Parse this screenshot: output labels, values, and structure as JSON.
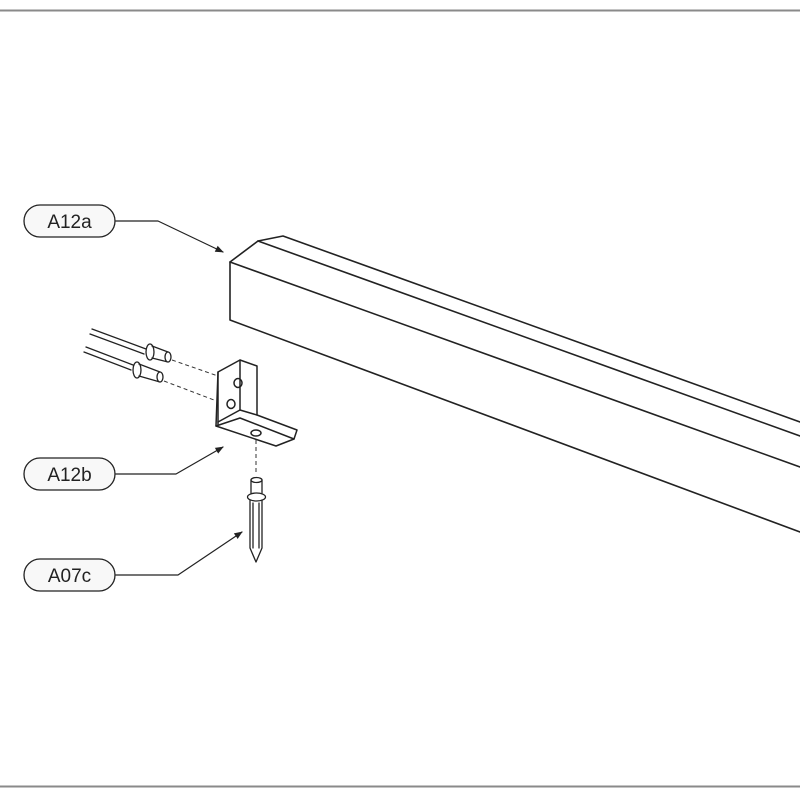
{
  "callouts": [
    {
      "id": "a12a",
      "label": "A12a"
    },
    {
      "id": "a12b",
      "label": "A12b"
    },
    {
      "id": "a07c",
      "label": "A07c"
    }
  ],
  "colors": {
    "line": "#222222",
    "background": "#ffffff",
    "callout_fill": "#f8f8f8"
  }
}
